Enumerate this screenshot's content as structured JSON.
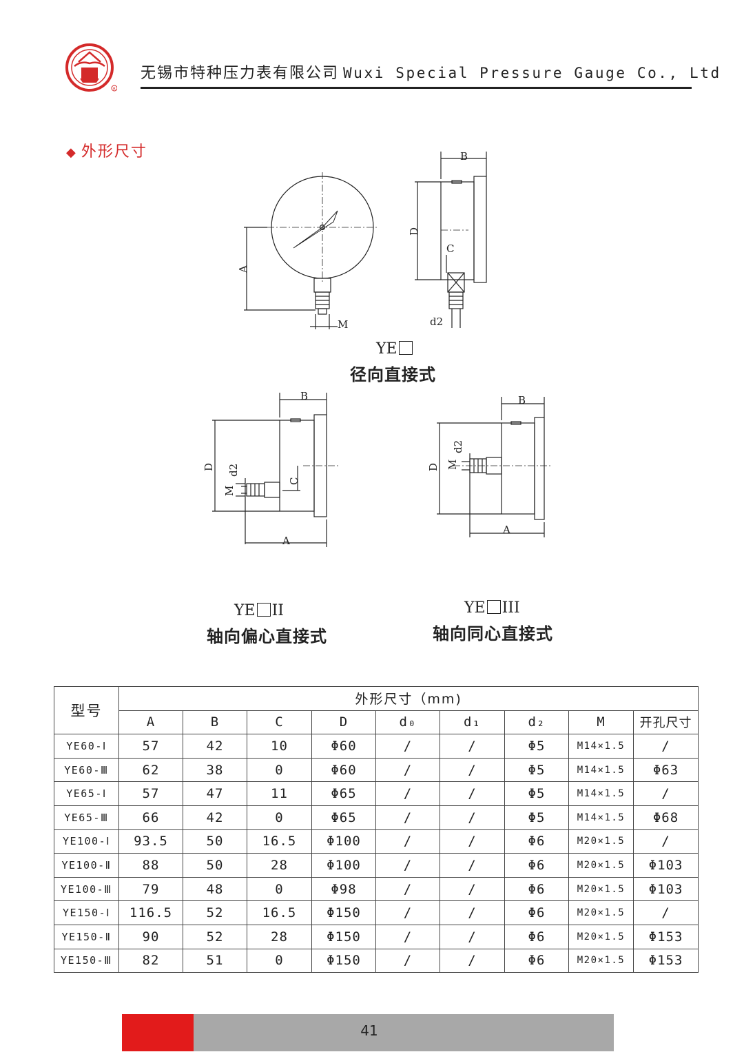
{
  "header": {
    "company_cn": "无锡市特种压力表有限公司",
    "company_en": "Wuxi Special Pressure Gauge Co., Ltd",
    "logo_icon": "company-logo-icon",
    "brand_color": "#d42a2a"
  },
  "section": {
    "title": "外形尺寸",
    "bullet": "◆"
  },
  "drawings": {
    "radial": {
      "model": "YE",
      "name": "径向直接式",
      "dim_labels": {
        "A": "A",
        "B": "B",
        "C": "C",
        "D": "D",
        "M": "M",
        "d2": "d2"
      }
    },
    "axial_eccentric": {
      "model": "YE",
      "suffix": "II",
      "name": "轴向偏心直接式",
      "dim_labels": {
        "A": "A",
        "B": "B",
        "C": "C",
        "D": "D",
        "M": "M",
        "d2": "d2"
      }
    },
    "axial_concentric": {
      "model": "YE",
      "suffix": "III",
      "name": "轴向同心直接式",
      "dim_labels": {
        "A": "A",
        "B": "B",
        "D": "D",
        "M": "M",
        "d2": "d2"
      }
    }
  },
  "table": {
    "model_header": "型号",
    "group_header": "外形尺寸（mm)",
    "columns": [
      "A",
      "B",
      "C",
      "D",
      "d₀",
      "d₁",
      "d₂",
      "M",
      "开孔尺寸"
    ],
    "rows": [
      {
        "model": "YE60-Ⅰ",
        "A": "57",
        "B": "42",
        "C": "10",
        "D": "Φ60",
        "d0": "/",
        "d1": "/",
        "d2": "Φ5",
        "M": "M14×1.5",
        "hole": "/"
      },
      {
        "model": "YE60-Ⅲ",
        "A": "62",
        "B": "38",
        "C": "0",
        "D": "Φ60",
        "d0": "/",
        "d1": "/",
        "d2": "Φ5",
        "M": "M14×1.5",
        "hole": "Φ63"
      },
      {
        "model": "YE65-Ⅰ",
        "A": "57",
        "B": "47",
        "C": "11",
        "D": "Φ65",
        "d0": "/",
        "d1": "/",
        "d2": "Φ5",
        "M": "M14×1.5",
        "hole": "/"
      },
      {
        "model": "YE65-Ⅲ",
        "A": "66",
        "B": "42",
        "C": "0",
        "D": "Φ65",
        "d0": "/",
        "d1": "/",
        "d2": "Φ5",
        "M": "M14×1.5",
        "hole": "Φ68"
      },
      {
        "model": "YE100-Ⅰ",
        "A": "93.5",
        "B": "50",
        "C": "16.5",
        "D": "Φ100",
        "d0": "/",
        "d1": "/",
        "d2": "Φ6",
        "M": "M20×1.5",
        "hole": "/"
      },
      {
        "model": "YE100-Ⅱ",
        "A": "88",
        "B": "50",
        "C": "28",
        "D": "Φ100",
        "d0": "/",
        "d1": "/",
        "d2": "Φ6",
        "M": "M20×1.5",
        "hole": "Φ103"
      },
      {
        "model": "YE100-Ⅲ",
        "A": "79",
        "B": "48",
        "C": "0",
        "D": "Φ98",
        "d0": "/",
        "d1": "/",
        "d2": "Φ6",
        "M": "M20×1.5",
        "hole": "Φ103"
      },
      {
        "model": "YE150-Ⅰ",
        "A": "116.5",
        "B": "52",
        "C": "16.5",
        "D": "Φ150",
        "d0": "/",
        "d1": "/",
        "d2": "Φ6",
        "M": "M20×1.5",
        "hole": "/"
      },
      {
        "model": "YE150-Ⅱ",
        "A": "90",
        "B": "52",
        "C": "28",
        "D": "Φ150",
        "d0": "/",
        "d1": "/",
        "d2": "Φ6",
        "M": "M20×1.5",
        "hole": "Φ153"
      },
      {
        "model": "YE150-Ⅲ",
        "A": "82",
        "B": "51",
        "C": "0",
        "D": "Φ150",
        "d0": "/",
        "d1": "/",
        "d2": "Φ6",
        "M": "M20×1.5",
        "hole": "Φ153"
      }
    ]
  },
  "footer": {
    "page_number": "41",
    "accent_color": "#e21b1b",
    "bar_color": "#a8a8a8"
  }
}
